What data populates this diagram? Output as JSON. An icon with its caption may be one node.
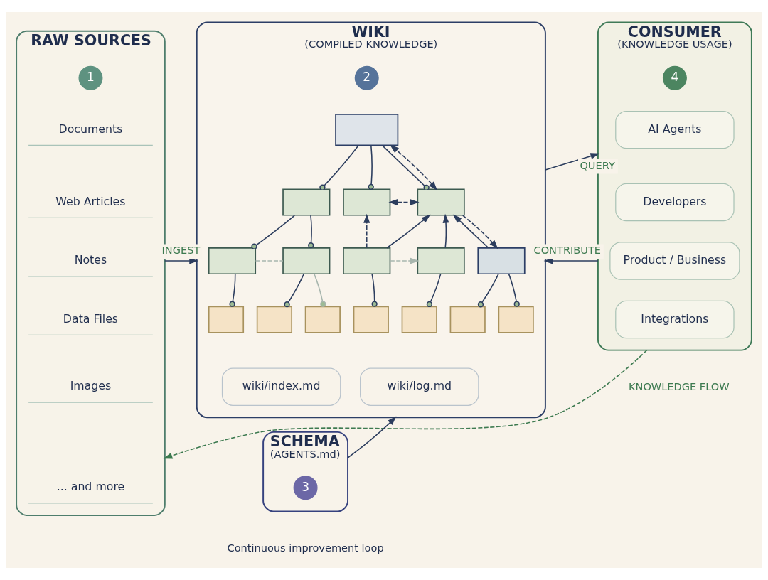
{
  "diagram": {
    "nodes": [
      {
        "text": [
          "RAW SOURCES"
        ]
      },
      {
        "text": [
          "1"
        ],
        "in": 0
      },
      {
        "text": [
          "Documents"
        ],
        "in": 0
      },
      {
        "text": [
          "Web Articles"
        ],
        "in": 0
      },
      {
        "text": [
          "Notes"
        ],
        "in": 0
      },
      {
        "text": [
          "Data Files"
        ],
        "in": 0
      },
      {
        "text": [
          "Images"
        ],
        "in": 0
      },
      {
        "text": [
          "... and more"
        ],
        "in": 0
      },
      {
        "text": [
          "WIKI",
          "(COMPILED KNOWLEDGE)"
        ]
      },
      {
        "text": [
          "2"
        ],
        "in": 8
      },
      {
        "text": [],
        "shape": "box",
        "in": 8
      },
      {
        "text": [],
        "shape": "box",
        "in": 8
      },
      {
        "text": [],
        "shape": "box",
        "in": 8
      },
      {
        "text": [],
        "shape": "box",
        "in": 8
      },
      {
        "text": [],
        "shape": "box",
        "in": 8
      },
      {
        "text": [],
        "shape": "box",
        "in": 8
      },
      {
        "text": [],
        "shape": "box",
        "in": 8
      },
      {
        "text": [],
        "shape": "box",
        "in": 8
      },
      {
        "text": [],
        "shape": "box",
        "in": 8
      },
      {
        "text": [],
        "shape": "box",
        "in": 8
      },
      {
        "text": [],
        "shape": "box",
        "in": 8
      },
      {
        "text": [],
        "shape": "box",
        "in": 8
      },
      {
        "text": [],
        "shape": "box",
        "in": 8
      },
      {
        "text": [],
        "shape": "box",
        "in": 8
      },
      {
        "text": [],
        "shape": "box",
        "in": 8
      },
      {
        "text": [],
        "shape": "box",
        "in": 8
      },
      {
        "text": [
          "wiki/index.md"
        ],
        "in": 8
      },
      {
        "text": [
          "wiki/log.md"
        ],
        "in": 8
      },
      {
        "text": [
          "CONSUMER",
          "(KNOWLEDGE USAGE)"
        ]
      },
      {
        "text": [
          "4"
        ],
        "in": 28
      },
      {
        "text": [
          "AI Agents"
        ],
        "in": 28
      },
      {
        "text": [
          "Developers"
        ],
        "in": 28
      },
      {
        "text": [
          "Product / Business"
        ],
        "in": 28
      },
      {
        "text": [
          "Integrations"
        ],
        "in": 28
      },
      {
        "text": [
          "SCHEMA",
          "(AGENTS.md)"
        ]
      },
      {
        "text": [
          "3"
        ],
        "in": 34
      }
    ],
    "edges": [
      {
        "from": 0,
        "to": 8,
        "arrow": "to",
        "label": "INGEST"
      },
      {
        "from": 8,
        "to": 28,
        "arrow": "to",
        "label": "QUERY"
      },
      {
        "from": 28,
        "to": 8,
        "arrow": "to",
        "label": "CONTRIBUTE"
      },
      {
        "from": 34,
        "to": 8,
        "arrow": "to"
      },
      {
        "from": 28,
        "to": 0,
        "arrow": "to",
        "label": "KNOWLEDGE FLOW",
        "style": "dashed",
        "color": "#3d7a50"
      },
      {
        "from": 10,
        "to": 11,
        "arrow": "other"
      },
      {
        "from": 10,
        "to": 12,
        "arrow": "other"
      },
      {
        "from": 10,
        "to": 13,
        "arrow": "other"
      },
      {
        "from": 11,
        "to": 14,
        "arrow": "other"
      },
      {
        "from": 11,
        "to": 15,
        "arrow": "other"
      },
      {
        "from": 16,
        "to": 13,
        "arrow": "to"
      },
      {
        "from": 17,
        "to": 13,
        "arrow": "to"
      },
      {
        "from": 18,
        "to": 13,
        "arrow": "to"
      },
      {
        "from": 14,
        "to": 19,
        "arrow": "other"
      },
      {
        "from": 15,
        "to": 20,
        "arrow": "other"
      },
      {
        "from": 15,
        "to": 21,
        "arrow": "other",
        "color": "#a8b6ae"
      },
      {
        "from": 16,
        "to": 22,
        "arrow": "other"
      },
      {
        "from": 17,
        "to": 23,
        "arrow": "other"
      },
      {
        "from": 18,
        "to": 24,
        "arrow": "other"
      },
      {
        "from": 18,
        "to": 25,
        "arrow": "other"
      },
      {
        "from": 16,
        "to": 12,
        "arrow": "to",
        "style": "dashed"
      },
      {
        "from": 13,
        "to": 10,
        "arrow": "both",
        "style": "dashed"
      },
      {
        "from": 13,
        "to": 18,
        "arrow": "to",
        "style": "dashed"
      },
      {
        "from": 12,
        "to": 13,
        "arrow": "both",
        "style": "dashed"
      },
      {
        "from": 14,
        "to": 15,
        "arrow": "none",
        "style": "dashed",
        "color": "#a8b6ae"
      },
      {
        "from": 16,
        "to": 17,
        "arrow": "to",
        "style": "dashed",
        "color": "#a8b6ae"
      }
    ],
    "labels": [
      "Continuous improvement loop"
    ]
  }
}
